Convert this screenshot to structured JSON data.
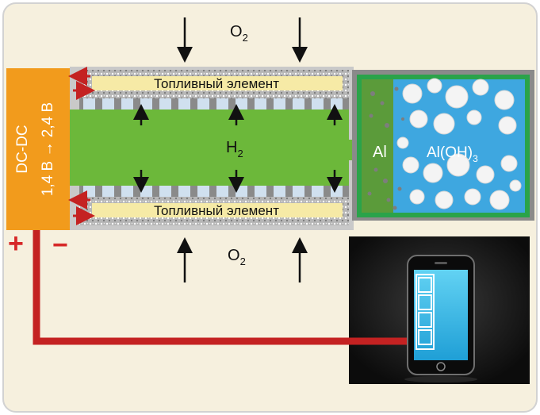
{
  "diagram": {
    "colors": {
      "background": "#f6f0de",
      "frame": "#d2d2d2",
      "fuel_cell_strip": "#f6eaa6",
      "hydrogen_channel": "#6cb83a",
      "electrode": "#a8a8a8",
      "separator": "#7c7c7c",
      "electrolyte_tank": "#3ea7e0",
      "tank_border": "#2aa34a",
      "converter": "#f29b1c",
      "wire": "#c42222",
      "plus": "#d62828",
      "minus": "#d62828",
      "arrow_red": "#c42222",
      "arrow_black": "#111111",
      "phone_panel": "#141414",
      "phone_screen": "#3ec1ee"
    },
    "oxygen_top": {
      "base": "O",
      "sub": "2"
    },
    "oxygen_bottom": {
      "base": "O",
      "sub": "2"
    },
    "hydrogen": {
      "base": "H",
      "sub": "2"
    },
    "fuel_cell_top_label": "Топливный элемент",
    "fuel_cell_bottom_label": "Топливный элемент",
    "aluminum_label": "Al",
    "hydroxide": {
      "base": "Al(OH)",
      "sub": "3"
    },
    "converter": {
      "line1": "DC-DC",
      "line2": "1,4 В → 2,4 В"
    },
    "plus_sign": "+",
    "minus_sign": "−",
    "icons": {
      "device": "smartphone-icon"
    }
  }
}
